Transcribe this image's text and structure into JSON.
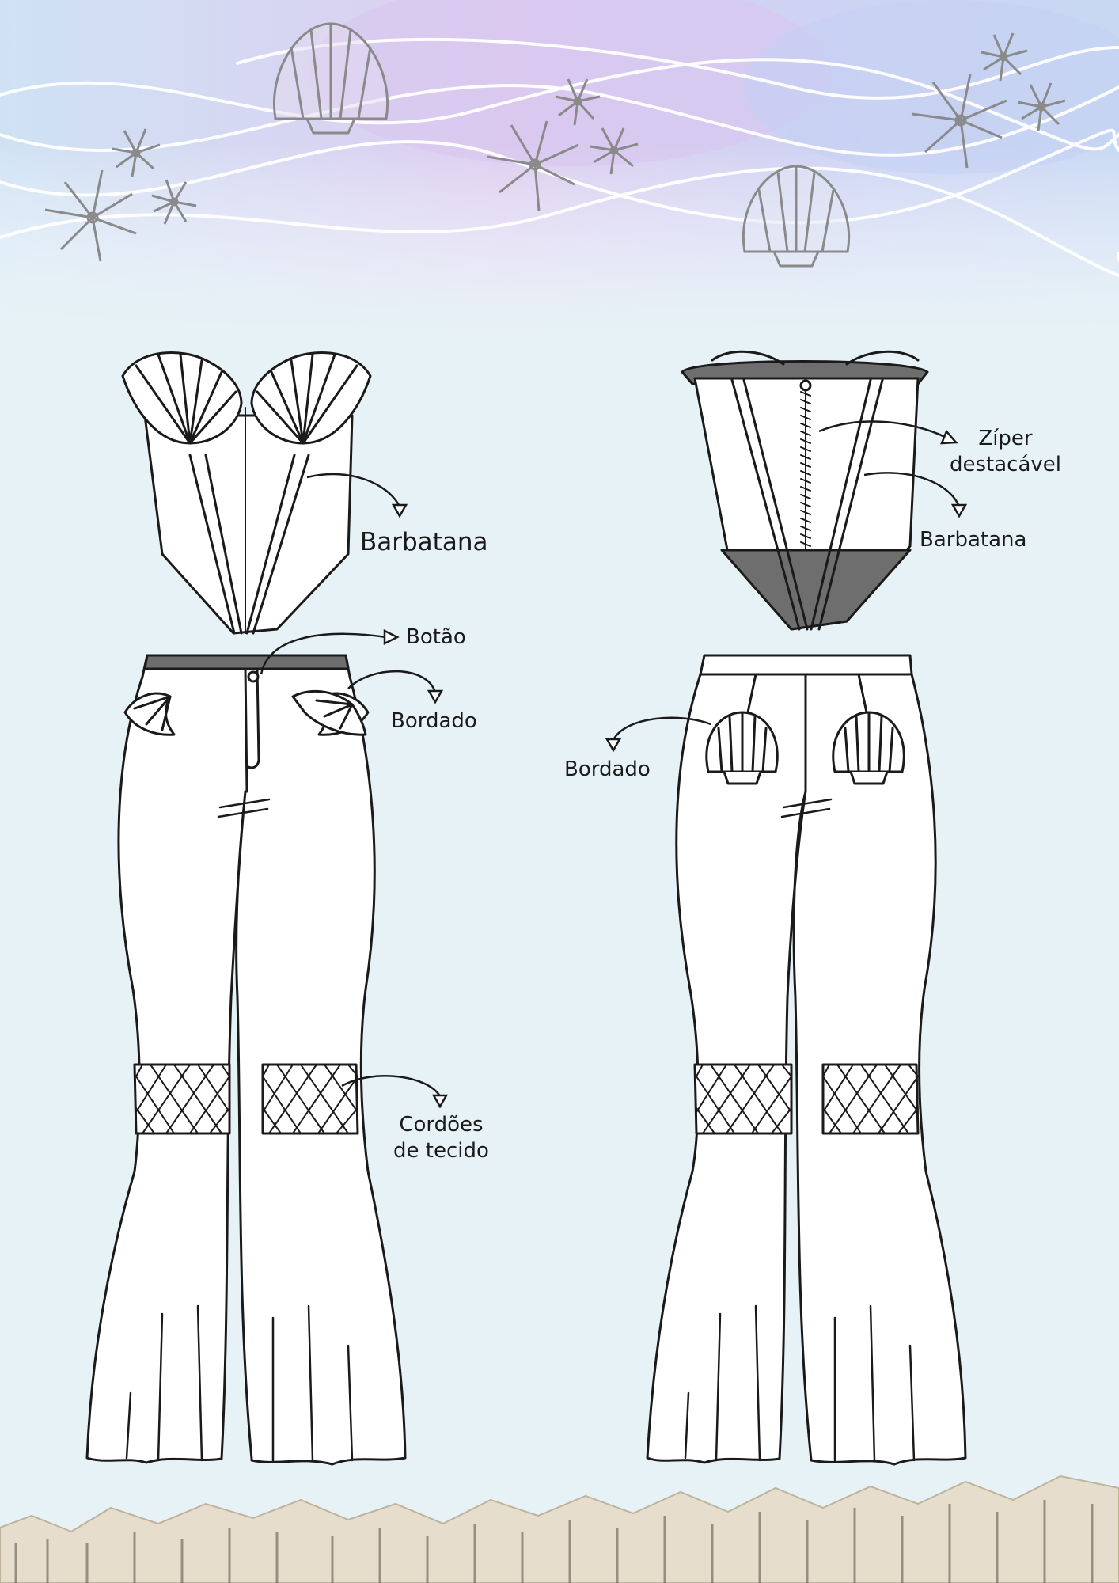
{
  "front": {
    "label_fin": "Barbatana",
    "label_button": "Botão",
    "label_embroidery": "Bordado",
    "label_cords": "Cordões\nde tecido"
  },
  "back": {
    "label_zipper": "Zíper\ndestacável",
    "label_fin": "Barbatana",
    "label_embroidery": "Bordado"
  },
  "colors": {
    "line": "#1a1a1a",
    "gray_fill": "#6e6e6e",
    "decor": "#8a8a8a",
    "sky_a": "#d4c9ef",
    "sky_b": "#c6d6f2",
    "paper": "#e6f2f6"
  },
  "decor_icons": [
    "seashell-icon",
    "flower-icon",
    "newspaper-strip"
  ]
}
